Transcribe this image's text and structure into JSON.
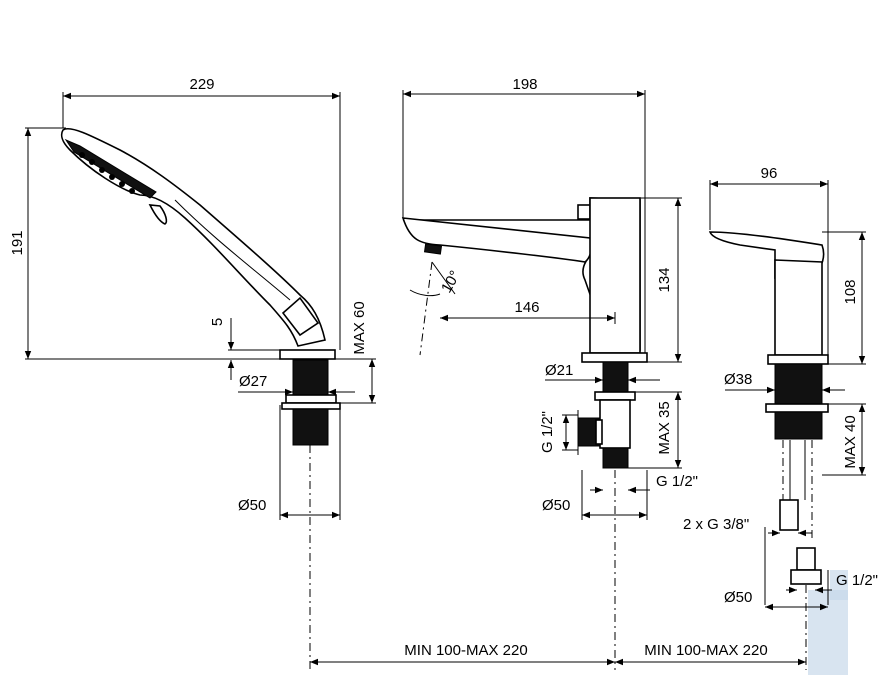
{
  "diagram": {
    "dimensions": {
      "shower_width": "229",
      "shower_height": "191",
      "shower_offset": "5",
      "shower_max_height": "MAX 60",
      "shower_diameter_small": "Ø27",
      "shower_diameter_base": "Ø50",
      "spout_width": "198",
      "spout_height": "134",
      "spout_reach": "146",
      "spout_angle": "10°",
      "spout_diameter_small": "Ø21",
      "spout_thread_left": "G 1/2\"",
      "spout_max_depth": "MAX 35",
      "spout_thread_right": "G 1/2\"",
      "spout_diameter_base": "Ø50",
      "mixer_width": "96",
      "mixer_height": "108",
      "mixer_diameter_small": "Ø38",
      "mixer_max_depth": "MAX 40",
      "mixer_threads": "2 x G 3/8\"",
      "mixer_thread_out": "G 1/2\"",
      "mixer_diameter_base": "Ø50",
      "spacing_left": "MIN 100-MAX 220",
      "spacing_right": "MIN 100-MAX 220"
    }
  }
}
